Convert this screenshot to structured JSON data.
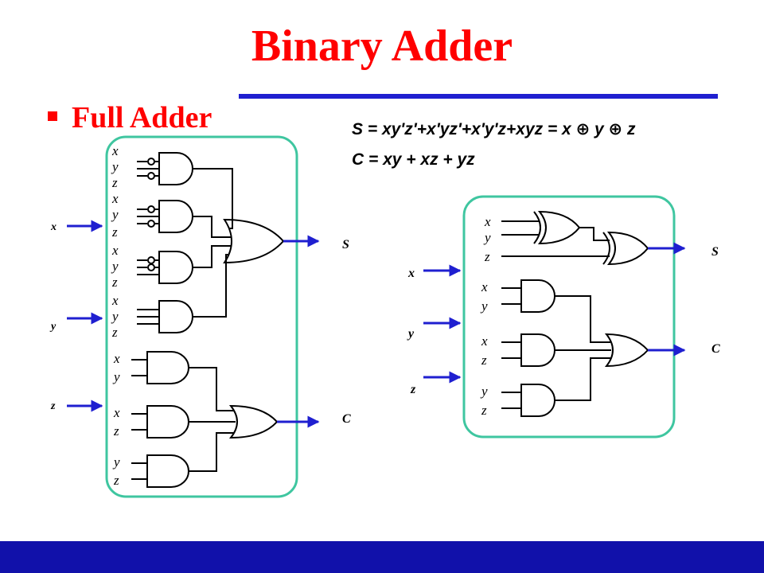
{
  "title": "Binary Adder",
  "subtitle": "Full Adder",
  "equations": {
    "sum": "S = xy'z'+x'yz'+x'y'z+xyz = x ⊕ y ⊕ z",
    "carry": "C = xy + xz + yz"
  },
  "left_circuit": {
    "inputs": [
      "x",
      "y",
      "z"
    ],
    "outputs": [
      "S",
      "C"
    ],
    "gate_inputs": [
      [
        "x",
        "y",
        "z"
      ],
      [
        "x",
        "y",
        "z"
      ],
      [
        "x",
        "y",
        "z"
      ],
      [
        "x",
        "y",
        "z"
      ],
      [
        "x",
        "y"
      ],
      [
        "x",
        "z"
      ],
      [
        "y",
        "z"
      ]
    ]
  },
  "right_circuit": {
    "inputs": [
      "x",
      "y",
      "z"
    ],
    "outputs": [
      "S",
      "C"
    ],
    "gate_inputs": [
      [
        "x",
        "y",
        "z"
      ],
      [
        "x",
        "y"
      ],
      [
        "x",
        "z"
      ],
      [
        "y",
        "z"
      ]
    ]
  },
  "colors": {
    "title": "#ff0000",
    "rule": "#1f1fd0",
    "box_border": "#3fc6a0",
    "arrow": "#1f1fd0",
    "footer": "#1111aa"
  }
}
